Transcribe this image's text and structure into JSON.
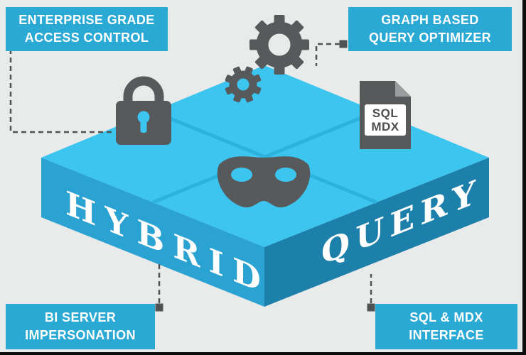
{
  "colors": {
    "background": "#e9eaea",
    "label_bg": "#2aa9d4",
    "label_text": "#ffffff",
    "top_face": "#3bc5ef",
    "left_face": "#2aa2d2",
    "right_face": "#1d80ab",
    "divider": "#2cb2dc",
    "icon": "#58595b",
    "connector": "#515254",
    "document_fold": "#9b9c9e",
    "document_panel": "#ffffff",
    "document_text": "#4d4e50",
    "face_text": "#ffffff"
  },
  "labels": {
    "top_left": {
      "line1": "ENTERPRISE GRADE",
      "line2": "ACCESS CONTROL"
    },
    "top_right": {
      "line1": "GRAPH BASED",
      "line2": "QUERY OPTIMIZER"
    },
    "bottom_left": {
      "line1": "BI SERVER",
      "line2": "IMPERSONATION"
    },
    "bottom_right": {
      "line1": "SQL & MDX",
      "line2": "INTERFACE"
    }
  },
  "cube": {
    "left_face_text": "HYBRID",
    "right_face_text": "QUERY"
  },
  "document_icon": {
    "line1": "SQL",
    "line2": "MDX"
  }
}
